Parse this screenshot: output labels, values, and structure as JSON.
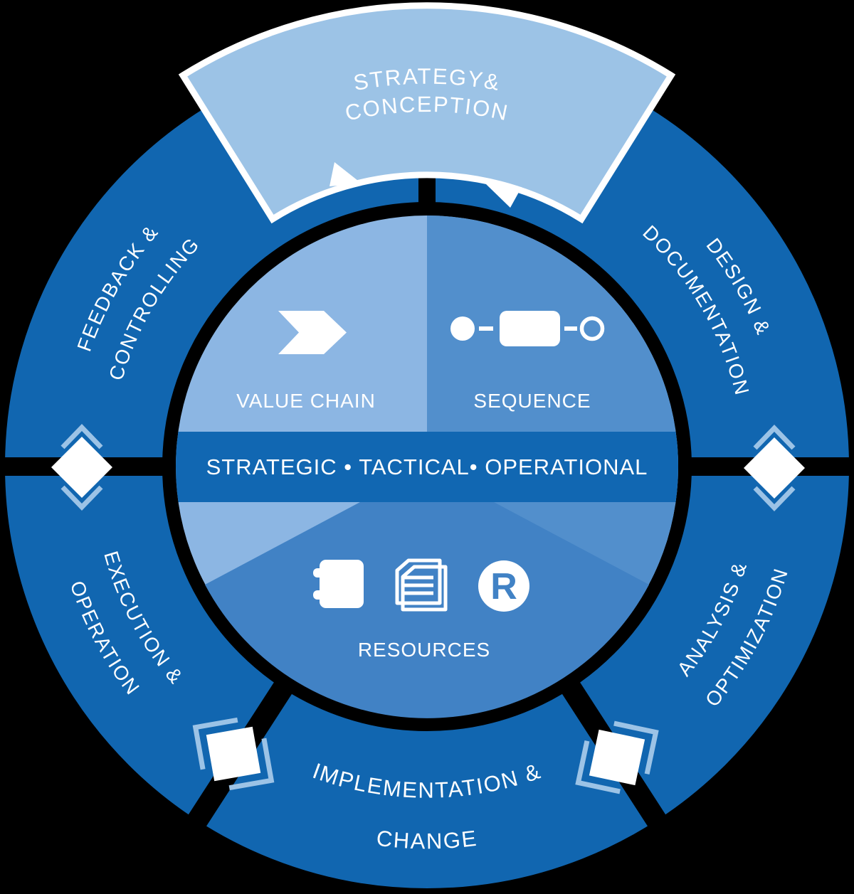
{
  "diagram": {
    "name": "process-management-lifecycle-wheel",
    "center_band_label": "STRATEGIC • TACTICAL• OPERATIONAL",
    "inner_circle": {
      "value_chain_label": "VALUE CHAIN",
      "sequence_label": "SEQUENCE",
      "resources_label": "RESOURCES",
      "registered_glyph": "R"
    },
    "ring_segments": {
      "strategy_line1": "STRATEGY&",
      "strategy_line2": "CONCEPTION",
      "design_line1": "DESIGN &",
      "design_line2": "DOCUMENTATION",
      "analysis_line1": "ANALYSIS &",
      "analysis_line2": "OPTIMIZATION",
      "implementation_line1": "IMPLEMENTATION &",
      "implementation_line2": "CHANGE",
      "execution_line1": "EXECUTION &",
      "execution_line2": "OPERATION",
      "feedback_line1": "FEEDBACK &",
      "feedback_line2": "CONTROLLING"
    },
    "icons": {
      "value_chain": "chevron-process-arrow",
      "sequence": "flow-start-task-end",
      "resources_1": "notebook",
      "resources_2": "documents",
      "resources_3": "registered-r-badge",
      "side_connectors": "gateway-diamond-with-chevrons",
      "bottom_connectors": "activity-square-with-brackets"
    },
    "colors": {
      "bg": "#000000",
      "ring": "#1166B0",
      "highlight": "#9CC3E6",
      "inner_left": "#8CB6E3",
      "inner_right": "#528FCC",
      "inner_bottom": "#4182C5",
      "band": "#1167B2",
      "accent": "#9CC3E6"
    }
  }
}
